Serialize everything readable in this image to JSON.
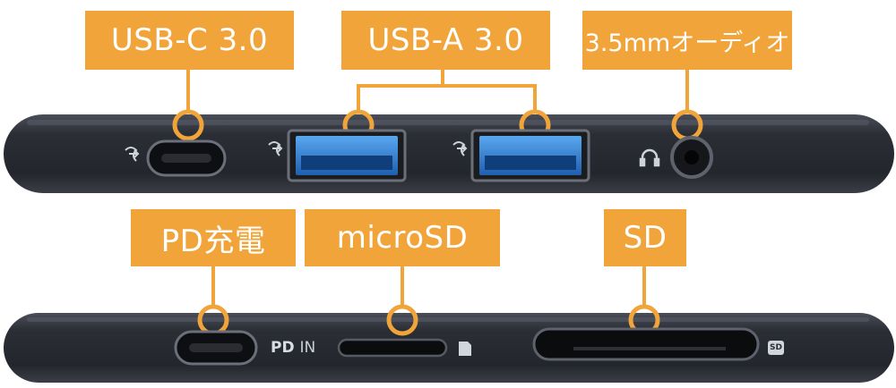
{
  "labels": {
    "usb_c": "USB-C 3.0",
    "usb_a": "USB-A 3.0",
    "audio": "3.5mmオーディオ",
    "pd": "PD充電",
    "microsd": "microSD",
    "sd": "SD"
  },
  "port_marks": {
    "pd_bold": "PD",
    "pd_in": "IN",
    "sd_badge": "SD"
  },
  "colors": {
    "label_bg": "#f1a43a",
    "device_body": "#2a2d34",
    "usb_blue": "#2f7fd6"
  },
  "icons": [
    "superspeed-usb-icon",
    "headphone-icon",
    "microsd-card-icon",
    "sd-card-icon"
  ]
}
